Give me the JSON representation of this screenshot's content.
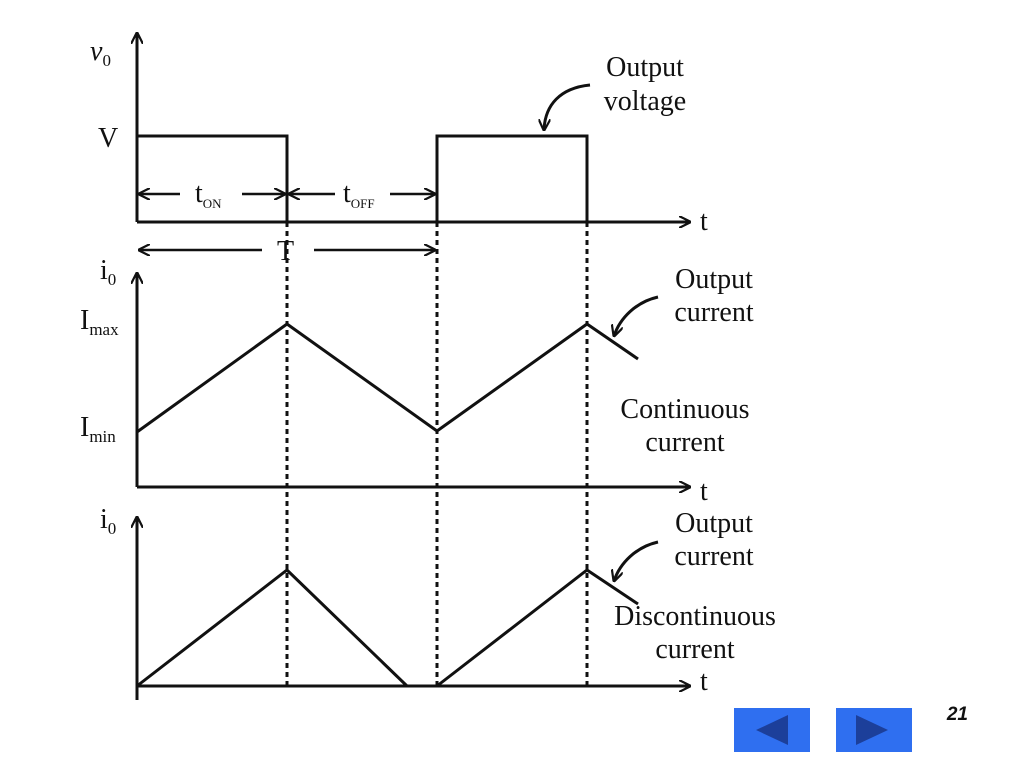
{
  "voltage_panel": {
    "y_axis_symbol": "v",
    "y_axis_subscript": "0",
    "level_label": "V",
    "x_axis_label": "t",
    "t_on_main": "t",
    "t_on_sub": "ON",
    "t_off_main": "t",
    "t_off_sub": "OFF",
    "period_label": "T",
    "callout_line1": "Output",
    "callout_line2": "voltage"
  },
  "continuous_panel": {
    "y_axis_main": "i",
    "y_axis_sub": "0",
    "imax_main": "I",
    "imax_sub": "max",
    "imin_main": "I",
    "imin_sub": "min",
    "x_axis_label": "t",
    "callout_line1": "Output",
    "callout_line2": "current",
    "mode_line1": "Continuous",
    "mode_line2": "current"
  },
  "discontinuous_panel": {
    "y_axis_main": "i",
    "y_axis_sub": "0",
    "x_axis_label": "t",
    "callout_line1": "Output",
    "callout_line2": "current",
    "mode_line1": "Discontinuous",
    "mode_line2": "current"
  },
  "navigation": {
    "page_number": "21",
    "button_color": "#2f6ff0",
    "arrow_color": "#1c3f9a",
    "prev_icon": "left-triangle-icon",
    "next_icon": "right-triangle-icon"
  }
}
